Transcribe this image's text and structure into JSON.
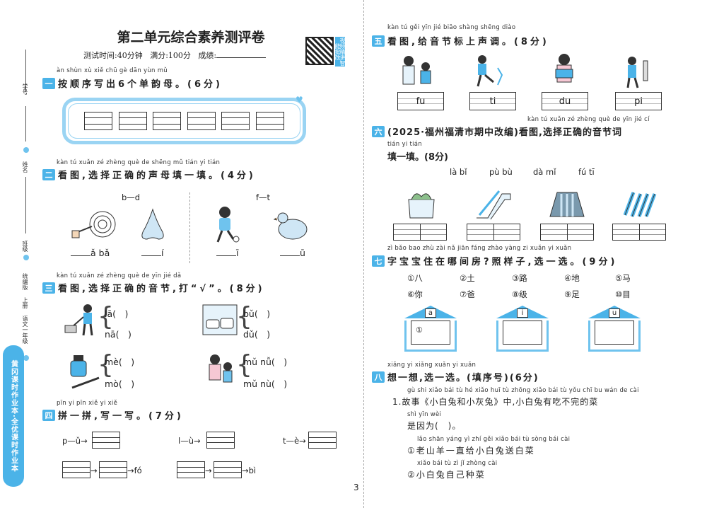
{
  "page": {
    "title": "第二单元综合素养测评卷",
    "subtitle_time": "测试时间:40分钟",
    "subtitle_score": "满分:100分",
    "subtitle_result": "成绩:",
    "qr_tag": "视频精讲智能批改",
    "page_number": "3"
  },
  "sidebar": {
    "student_id": "学号",
    "name": "姓名",
    "class": "班级",
    "edition": "统编版",
    "volume": "上册",
    "subject": "语文一年级",
    "brand": "黄冈课时作业本·全优课时作业本"
  },
  "q1": {
    "num": "一",
    "pinyin": "àn shùn xù xiě chū gè dān yùn mǔ",
    "text": "按顺序写出6个单韵母。(6分)"
  },
  "q2": {
    "num": "二",
    "pinyin": "kàn tú xuǎn zé zhèng què de shēng mǔ tián yi tián",
    "text": "看图,选择正确的声母填一填。(4分)",
    "pair1": "b—d",
    "pair2": "f—t",
    "answers": [
      "ǎ bǎ",
      "í",
      "ī",
      "ū"
    ]
  },
  "q3": {
    "num": "三",
    "pinyin": "kàn tú xuǎn zé zhèng què de yīn jié dǎ",
    "text": "看图,选择正确的音节,打“√”。(8分)",
    "items": [
      "lā(　)",
      "nā(　)",
      "bǔ(　)",
      "dǔ(　)",
      "mè(　)",
      "mò(　)",
      "mǔ nǚ(　)",
      "mǔ nù(　)"
    ]
  },
  "q4": {
    "num": "四",
    "pinyin": "pīn yi pīn xiě yi xiě",
    "text": "拼一拼,写一写。(7分)",
    "items": [
      "p—ǔ→",
      "l—ù→",
      "t—è→",
      "→fó",
      "→bì"
    ]
  },
  "q5": {
    "num": "五",
    "pinyin": "kàn tú gěi yīn jié biāo shàng shēng diào",
    "text": "看图,给音节标上声调。(8分)",
    "syllables": [
      "fu",
      "ti",
      "du",
      "pi"
    ]
  },
  "q6": {
    "num": "六",
    "pinyin": "kàn tú xuǎn zé zhèng què de yīn jié cí",
    "text": "(2025·福州福清市期中改编)看图,选择正确的音节词",
    "pinyin2": "tián yi tián",
    "text2": "填一填。(8分)",
    "options": [
      "là bǐ",
      "pù bù",
      "dà mǐ",
      "fú tī"
    ]
  },
  "q7": {
    "num": "七",
    "pinyin": "zì bǎo bao zhù zài nǎ jiān fáng zhào yàng zi xuǎn yi xuǎn",
    "text": "字宝宝住在哪间房?照样子,选一选。(9分)",
    "chars": [
      "①八",
      "②土",
      "③路",
      "④地",
      "⑤马",
      "⑥你",
      "⑦爸",
      "⑧级",
      "⑨足",
      "⑩目"
    ],
    "houses": [
      "a",
      "i",
      "u"
    ],
    "example": "①"
  },
  "q8": {
    "num": "八",
    "pinyin": "xiǎng yi xiǎng xuǎn yi xuǎn",
    "text": "想一想,选一选。(填序号)(6分)",
    "s1_pinyin": "gù shi xiǎo bái tù hé xiǎo huī tù zhōng xiǎo bái tù yǒu chī bu wán de cài",
    "s1_text": "1.故事《小白兔和小灰兔》中,小白兔有吃不完的菜",
    "s1b_pinyin": "shì yīn wèi",
    "s1b_text": "是因为(　)。",
    "o1_pinyin": "lǎo shān yáng yì zhí gěi xiǎo bái tù sòng bái cài",
    "o1_text": "①老山羊一直给小白兔送白菜",
    "o2_pinyin": "xiǎo bái tù zì jǐ zhòng cài",
    "o2_text": "②小白兔自己种菜"
  }
}
